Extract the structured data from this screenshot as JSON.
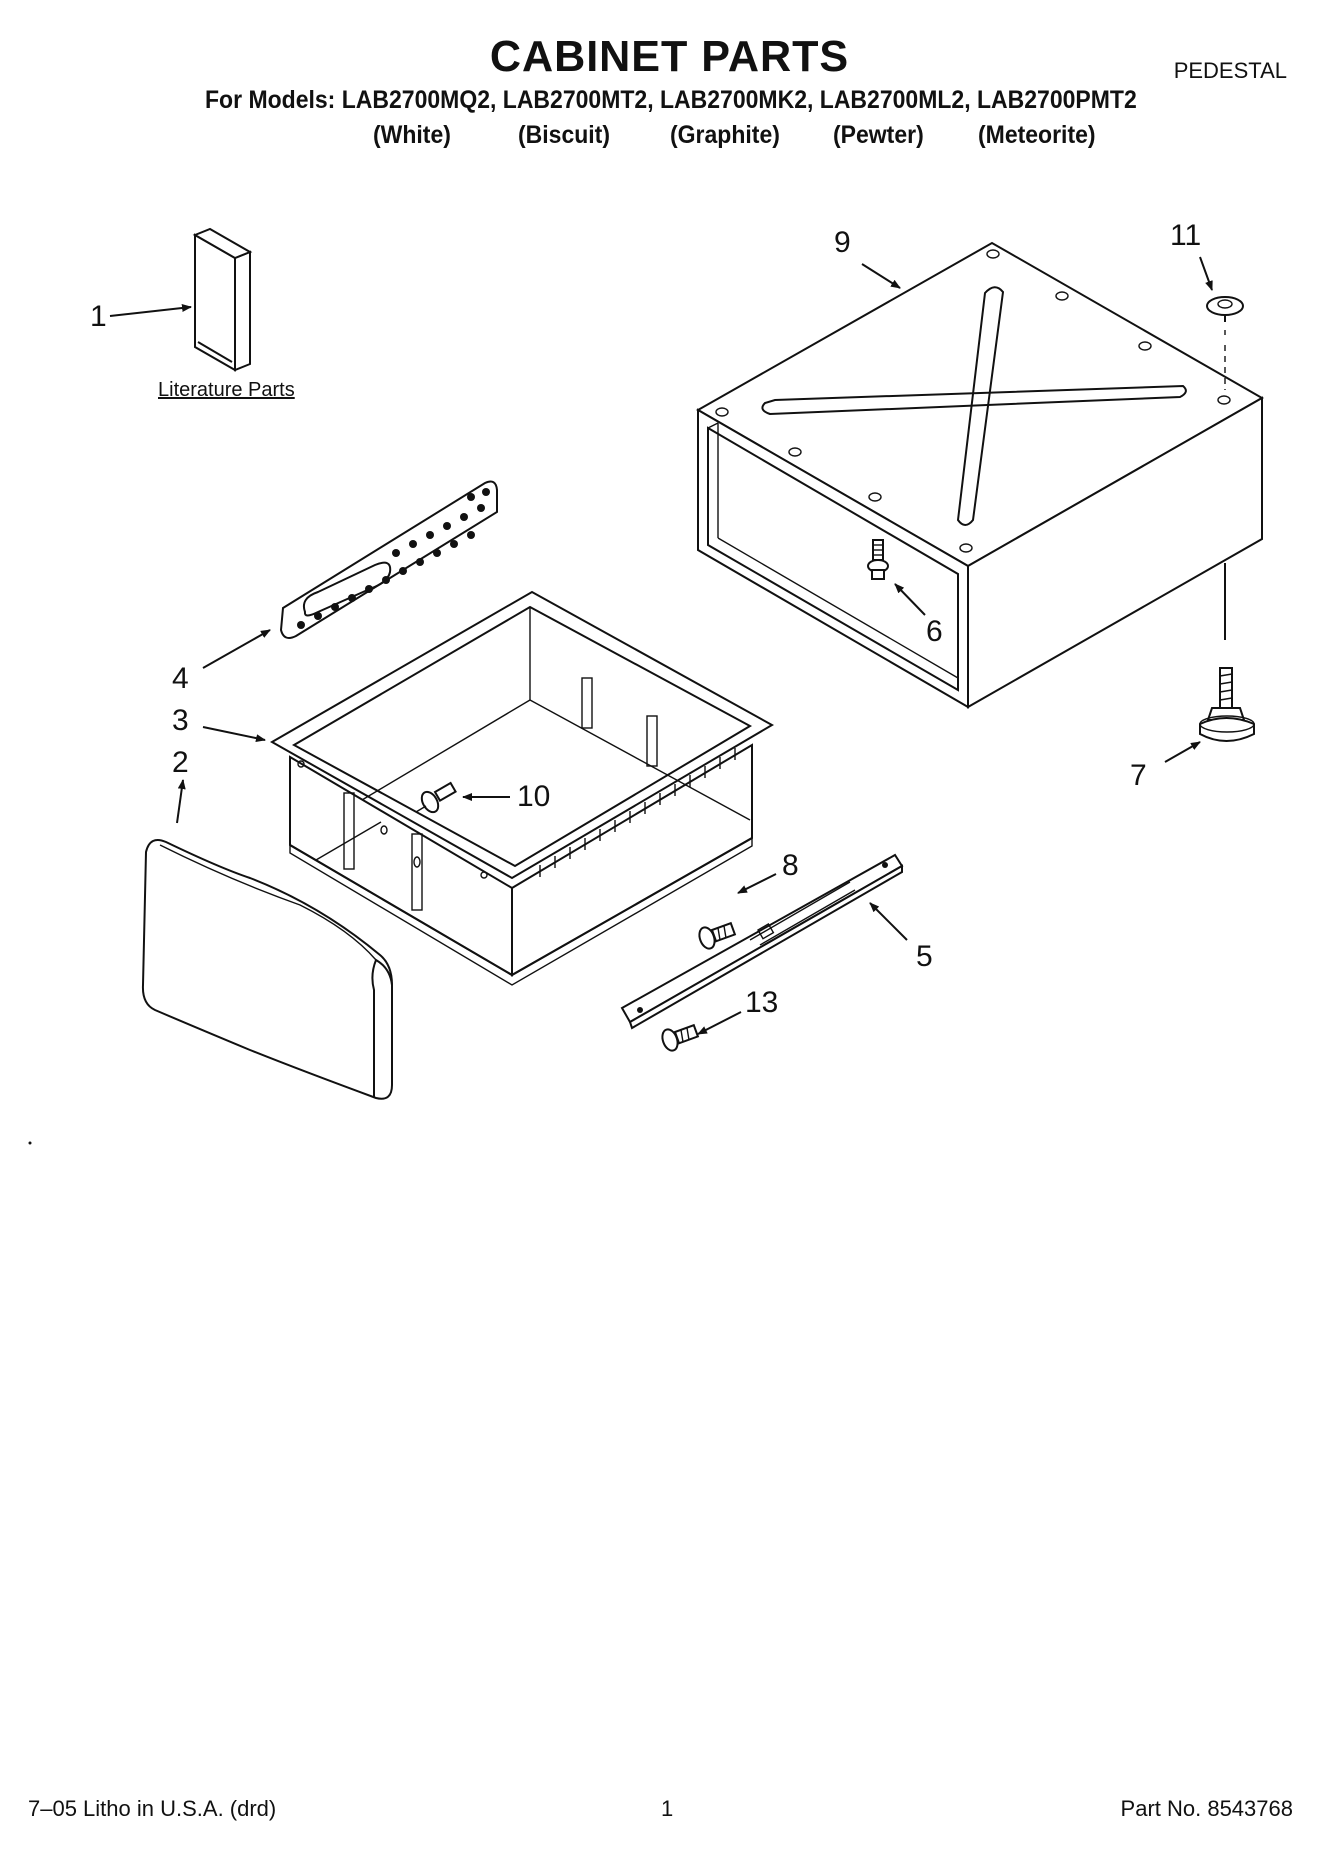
{
  "header": {
    "title": "CABINET PARTS",
    "section": "PEDESTAL",
    "models": "For Models: LAB2700MQ2, LAB2700MT2, LAB2700MK2, LAB2700ML2, LAB2700PMT2",
    "colors": [
      "(White)",
      "(Biscuit)",
      "(Graphite)",
      "(Pewter)",
      "(Meteorite)"
    ]
  },
  "diagram": {
    "literature_label": "Literature Parts",
    "callouts": [
      "1",
      "2",
      "3",
      "4",
      "5",
      "6",
      "7",
      "8",
      "9",
      "10",
      "11",
      "13"
    ]
  },
  "footer": {
    "litho": "7–05 Litho in U.S.A. (drd)",
    "page": "1",
    "part_no": "Part No. 8543768"
  }
}
